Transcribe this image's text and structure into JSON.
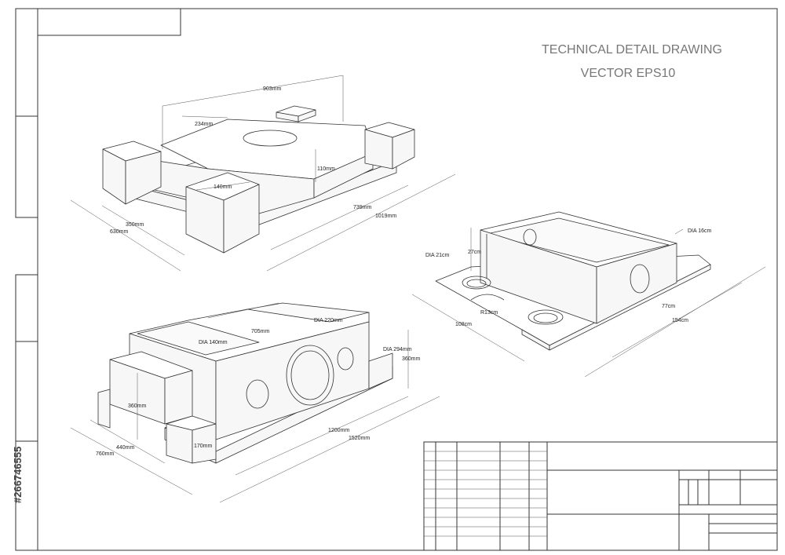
{
  "title": {
    "line1": "TECHNICAL DETAIL DRAWING",
    "line2": "VECTOR  EPS10"
  },
  "stock_id": "#266746555",
  "views": {
    "top_left": {
      "dimensions": [
        "903mm",
        "234mm",
        "110mm",
        "140mm",
        "739mm",
        "1019mm",
        "350mm",
        "630mm"
      ]
    },
    "right": {
      "dimensions": [
        "DIA 16cm",
        "27cm",
        "DIA 21cm",
        "R13cm",
        "108cm",
        "77cm",
        "154cm"
      ]
    },
    "bottom_left": {
      "dimensions": [
        "705mm",
        "DIA 220mm",
        "DIA 140mm",
        "DIA 294mm",
        "360mm",
        "360mm",
        "170mm",
        "440mm",
        "760mm",
        "1200mm",
        "1520mm"
      ]
    }
  },
  "colors": {
    "line": "#333333",
    "title": "#777777"
  }
}
